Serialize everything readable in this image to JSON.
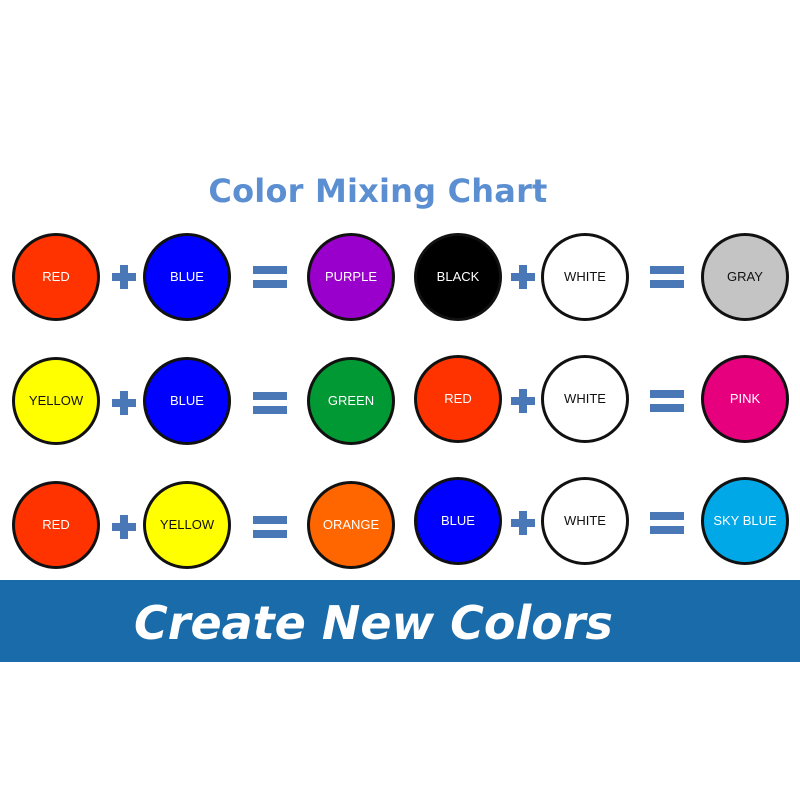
{
  "title": "Color Mixing Chart",
  "banner": "Create New Colors",
  "colors": {
    "red": "#ff3300",
    "blue": "#0000ff",
    "purple": "#9900cc",
    "black": "#000000",
    "white": "#ffffff",
    "gray": "#c4c4c4",
    "yellow": "#ffff00",
    "green": "#009933",
    "pink": "#e6007e",
    "orange": "#ff6600",
    "sky_blue": "#00a8e8",
    "accent": "#4a77b5",
    "banner_bg": "#1a6ba9"
  },
  "rows": [
    {
      "left": {
        "a": "RED",
        "b": "BLUE",
        "result": "PURPLE"
      },
      "right": {
        "a": "BLACK",
        "b": "WHITE",
        "result": "GRAY"
      }
    },
    {
      "left": {
        "a": "YELLOW",
        "b": "BLUE",
        "result": "GREEN"
      },
      "right": {
        "a": "RED",
        "b": "WHITE",
        "result": "PINK"
      }
    },
    {
      "left": {
        "a": "RED",
        "b": "YELLOW",
        "result": "ORANGE"
      },
      "right": {
        "a": "BLUE",
        "b": "WHITE",
        "result": "SKY BLUE"
      }
    }
  ],
  "icons": {
    "plus": "plus-icon",
    "equals": "equals-icon"
  }
}
